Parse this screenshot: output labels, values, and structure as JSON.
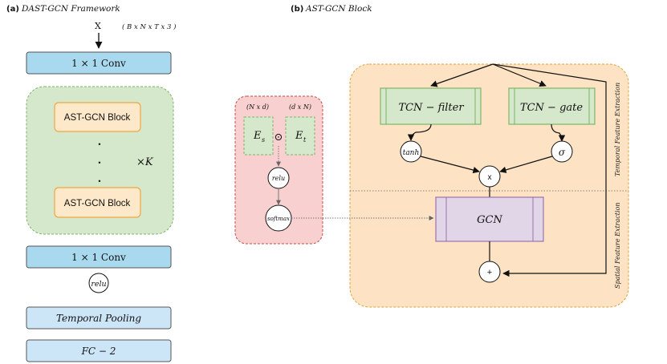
{
  "panel_a": {
    "title_prefix": "(a)",
    "title": "DAST-GCN Framework",
    "input_label": "X",
    "input_shape": "( B x N x T x 3 )",
    "conv_top": "1 × 1   Conv",
    "block_top": "AST-GCN Block",
    "block_bottom": "AST-GCN Block",
    "dot": "•",
    "repeat": "×K",
    "conv_bottom": "1 × 1   Conv",
    "relu": "relu",
    "pooling": "Temporal    Pooling",
    "fc": "FC − 2"
  },
  "panel_b": {
    "title_prefix": "(b)",
    "title": "AST-GCN Block",
    "es_shape": "(N x d)",
    "et_shape": "(d x N)",
    "es_label": "E",
    "es_sub": "s",
    "et_label": "E",
    "et_sub": "t",
    "odot": "⊙",
    "relu": "relu",
    "softmax": "softmax",
    "tcn_filter": "TCN − filter",
    "tcn_gate": "TCN − gate",
    "tanh": "tanh",
    "sigma": "σ",
    "mult": "x",
    "gcn": "GCN",
    "plus": "+",
    "temporal_label": "Temporal Feature Extraction",
    "spatial_label": "Spatial Feature Extraction"
  },
  "colors": {
    "blue_fill": "#a9d9ee",
    "blue_light_fill": "#cde6f7",
    "green_fill": "#d6e8cc",
    "orange_fill": "#fde3c3",
    "orange_border": "#e3a23b",
    "red_fill": "#f8d0cf",
    "red_border": "#c84a48",
    "purple_fill": "#e1d5e8",
    "purple_border": "#9b73ad",
    "green_border": "#7fb567",
    "block_fill": "#fde9c9",
    "block_border": "#f0a542"
  }
}
